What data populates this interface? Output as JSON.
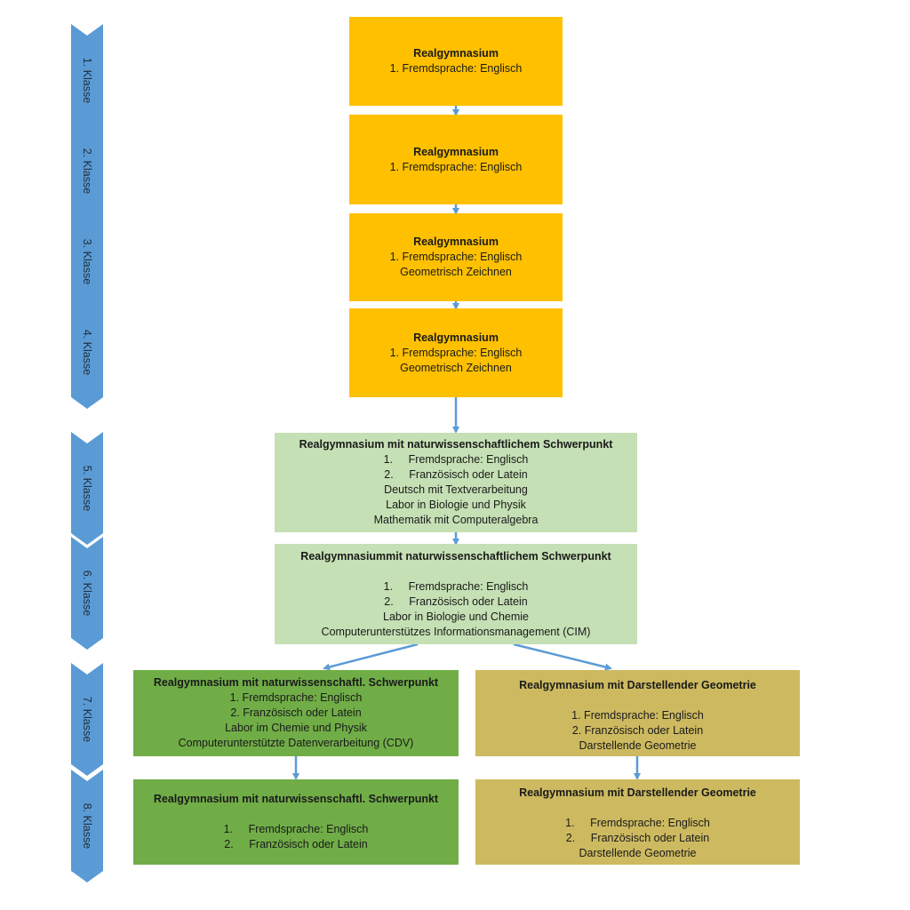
{
  "colors": {
    "chevron": "#5B9BD5",
    "arrow": "#5B9BD5",
    "orange": "#FFC000",
    "light_green": "#C5E0B4",
    "green": "#70AD47",
    "olive": "#CDBA60"
  },
  "grades": [
    {
      "label": "1. Klasse"
    },
    {
      "label": "2. Klasse"
    },
    {
      "label": "3. Klasse"
    },
    {
      "label": "4. Klasse"
    },
    {
      "label": "5. Klasse"
    },
    {
      "label": "6. Klasse"
    },
    {
      "label": "7. Klasse"
    },
    {
      "label": "8. Klasse"
    }
  ],
  "boxes": {
    "k1": {
      "title": "Realgymnasium",
      "lines": [
        "1. Fremdsprache: Englisch"
      ]
    },
    "k2": {
      "title": "Realgymnasium",
      "lines": [
        "1. Fremdsprache: Englisch"
      ]
    },
    "k3": {
      "title": "Realgymnasium",
      "lines": [
        "1. Fremdsprache: Englisch",
        "Geometrisch Zeichnen"
      ]
    },
    "k4": {
      "title": "Realgymnasium",
      "lines": [
        "1. Fremdsprache: Englisch",
        "Geometrisch Zeichnen"
      ]
    },
    "k5": {
      "title": "Realgymnasium mit naturwissenschaftlichem Schwerpunkt",
      "list": [
        {
          "num": "1.",
          "text": "Fremdsprache: Englisch"
        },
        {
          "num": "2.",
          "text": "Französisch oder Latein"
        }
      ],
      "lines": [
        "Deutsch mit Textverarbeitung",
        "Labor in Biologie und Physik",
        "Mathematik mit Computeralgebra"
      ]
    },
    "k6": {
      "title": "Realgymnasiummit naturwissenschaftlichem Schwerpunkt",
      "list": [
        {
          "num": "1.",
          "text": "Fremdsprache: Englisch"
        },
        {
          "num": "2.",
          "text": "Französisch oder Latein"
        }
      ],
      "lines": [
        "Labor in Biologie und Chemie",
        "Computerunterstützes Informationsmanagement (CIM)"
      ]
    },
    "k7_nat": {
      "title": "Realgymnasium mit naturwissenschaftl. Schwerpunkt",
      "lines": [
        "1. Fremdsprache: Englisch",
        "2. Französisch oder Latein",
        "Labor im Chemie und Physik",
        "Computerunterstützte Datenverarbeitung (CDV)"
      ]
    },
    "k7_dg": {
      "title": "Realgymnasium mit Darstellender Geometrie",
      "lines": [
        "1. Fremdsprache: Englisch",
        "2. Französisch oder Latein",
        "Darstellende Geometrie"
      ]
    },
    "k8_nat": {
      "title": "Realgymnasium mit naturwissenschaftl. Schwerpunkt",
      "list": [
        {
          "num": "1.",
          "text": "Fremdsprache: Englisch"
        },
        {
          "num": "2.",
          "text": "Französisch oder Latein"
        }
      ]
    },
    "k8_dg": {
      "title": "Realgymnasium mit Darstellender Geometrie",
      "list": [
        {
          "num": "1.",
          "text": "Fremdsprache: Englisch"
        },
        {
          "num": "2.",
          "text": "Französisch oder Latein"
        }
      ],
      "lines": [
        "Darstellende Geometrie"
      ]
    }
  }
}
